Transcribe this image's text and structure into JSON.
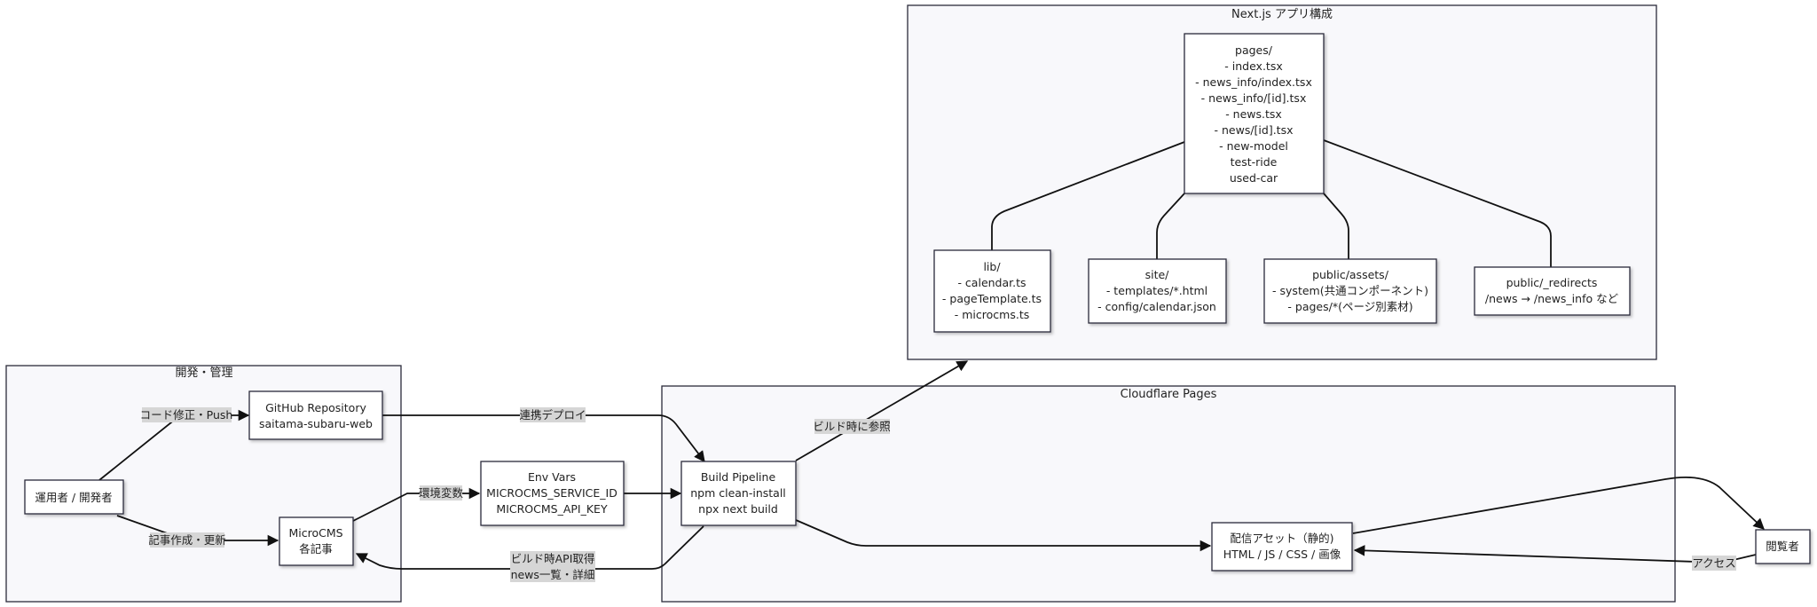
{
  "clusters": {
    "nextjs": {
      "title": "Next.js アプリ構成"
    },
    "dev": {
      "title": "開発・管理"
    },
    "cloudflare": {
      "title": "Cloudflare Pages"
    }
  },
  "nodes": {
    "pages": {
      "lines": [
        "pages/",
        "- index.tsx",
        "- news_info/index.tsx",
        "- news_info/[id].tsx",
        "- news.tsx",
        "- news/[id].tsx",
        "- new-model",
        "test-ride",
        "used-car"
      ]
    },
    "lib": {
      "lines": [
        "lib/",
        "- calendar.ts",
        "- pageTemplate.ts",
        "- microcms.ts"
      ]
    },
    "site": {
      "lines": [
        "site/",
        "- templates/*.html",
        "- config/calendar.json"
      ]
    },
    "public_assets": {
      "lines": [
        "public/assets/",
        "- system(共通コンポーネント)",
        "- pages/*(ページ別素材)"
      ]
    },
    "public_redirects": {
      "lines": [
        "public/_redirects",
        "/news → /news_info など"
      ]
    },
    "operator": {
      "lines": [
        "運用者 / 開発者"
      ]
    },
    "github": {
      "lines": [
        "GitHub Repository",
        "saitama-subaru-web"
      ]
    },
    "microcms": {
      "lines": [
        "MicroCMS",
        "各記事"
      ]
    },
    "envvars": {
      "lines": [
        "Env Vars",
        "MICROCMS_SERVICE_ID",
        "MICROCMS_API_KEY"
      ]
    },
    "build": {
      "lines": [
        "Build Pipeline",
        "npm clean-install",
        "npx next build"
      ]
    },
    "assets": {
      "lines": [
        "配信アセット（静的)",
        "HTML / JS / CSS / 画像"
      ]
    },
    "viewer": {
      "lines": [
        "閲覧者"
      ]
    }
  },
  "edge_labels": {
    "code_push": [
      "コード修正・Push"
    ],
    "article": [
      "記事作成・更新"
    ],
    "deploy": [
      "連携デプロイ"
    ],
    "env": [
      "環境変数"
    ],
    "build_ref": [
      "ビルド時に参照"
    ],
    "api_fetch": [
      "ビルド時API取得",
      "news一覧・詳細"
    ],
    "access": [
      "アクセス"
    ]
  },
  "colors": {
    "cluster_fill": "#f8f8fb",
    "border": "#2b2b3a",
    "edge": "#111111",
    "label_bg": "#d6d6d6"
  }
}
